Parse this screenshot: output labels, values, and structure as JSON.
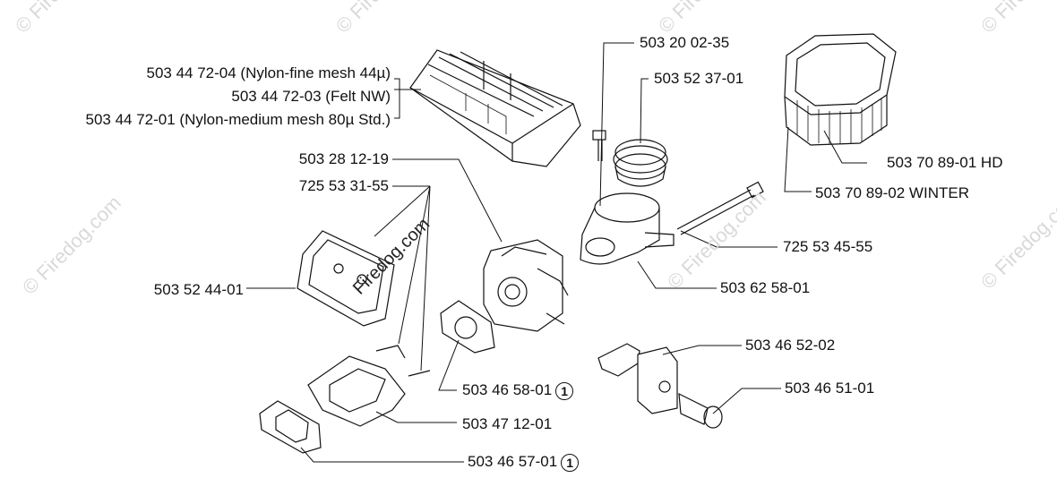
{
  "watermark": "© Firedog.com",
  "watermark_center": "Firedog.com",
  "labels": {
    "filter_fine": "503 44 72-04 (Nylon-fine mesh 44µ)",
    "filter_felt": "503 44 72-03 (Felt NW)",
    "filter_medium": "503 44 72-01 (Nylon-medium mesh 80µ Std.)",
    "carb": "503 28 12-19",
    "screw_a": "725 53 31-55",
    "plate": "503 52 44-01",
    "bolt": "503 20 02-35",
    "boot": "503 52 37-01",
    "hd_filter": "503 70 89-01 HD",
    "winter_filter": "503 70 89-02 WINTER",
    "long_bolt": "725 53 45-55",
    "intake": "503 62 58-01",
    "gasket_carb": "503 46 58-01",
    "bracket": "503 47 12-01",
    "gasket_low": "503 46 57-01",
    "block": "503 46 52-02",
    "screw_b": "503 46 51-01"
  },
  "badge_number": "1",
  "colors": {
    "line": "#111111",
    "watermark": "#d9d9d9"
  }
}
